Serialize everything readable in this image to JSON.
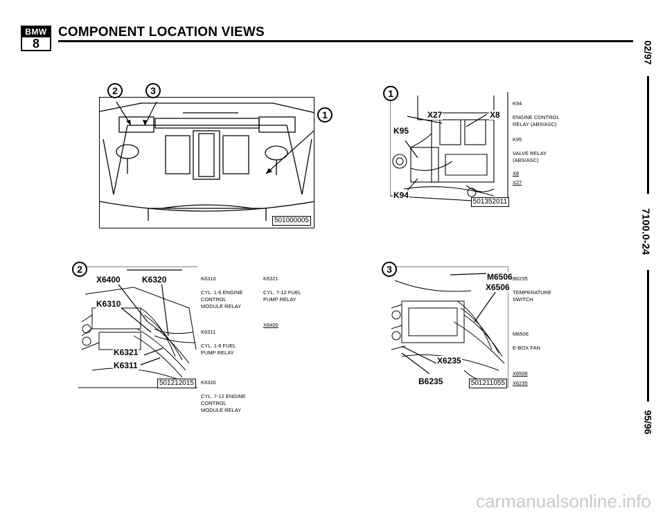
{
  "header": {
    "logo_top": "BMW",
    "logo_bottom": "8",
    "title": "COMPONENT LOCATION VIEWS"
  },
  "right_margin": {
    "date_top": "02/97",
    "page_code": "7100.0-24",
    "date_bottom": "95/96"
  },
  "figures": {
    "main": {
      "code": "501000005",
      "circle_labels": [
        "2",
        "3",
        "1"
      ]
    },
    "view1": {
      "number": "1",
      "code": "501352011",
      "callouts": [
        "X27",
        "X8",
        "K95",
        "K94"
      ],
      "legend": [
        {
          "id": "K94",
          "desc": "ENGINE CONTROL\nRELAY (ABS/ASC)"
        },
        {
          "id": "K95",
          "desc": "VALVE RELAY\n(ABS/ASC)"
        },
        {
          "id": "X8",
          "desc": ""
        },
        {
          "id": "X27",
          "desc": ""
        }
      ]
    },
    "view2": {
      "number": "2",
      "code": "501212015",
      "callouts": [
        "X6400",
        "K6320",
        "K6310",
        "K6321",
        "K6311"
      ],
      "legend": [
        {
          "id": "K6310",
          "desc": "CYL. 1-6 ENGINE\nCONTROL\nMODULE RELAY"
        },
        {
          "id": "K6311",
          "desc": "CYL. 1-6 FUEL\nPUMP RELAY"
        },
        {
          "id": "K6320",
          "desc": "CYL. 7-12 ENGINE\nCONTROL\nMODULE RELAY"
        },
        {
          "id": "K6321",
          "desc": "CYL. 7-12 FUEL\nPUMP RELAY"
        },
        {
          "id": "X6400",
          "desc": ""
        }
      ]
    },
    "view3": {
      "number": "3",
      "code": "501211055",
      "callouts": [
        "M6506",
        "X6506",
        "X6235",
        "B6235"
      ],
      "legend": [
        {
          "id": "B6235",
          "desc": "TEMPERATURE\nSWITCH"
        },
        {
          "id": "M6506",
          "desc": "E-BOX FAN"
        },
        {
          "id": "X6506",
          "desc": ""
        },
        {
          "id": "X6235",
          "desc": ""
        }
      ]
    }
  },
  "watermark": "carmanualsonline.info"
}
